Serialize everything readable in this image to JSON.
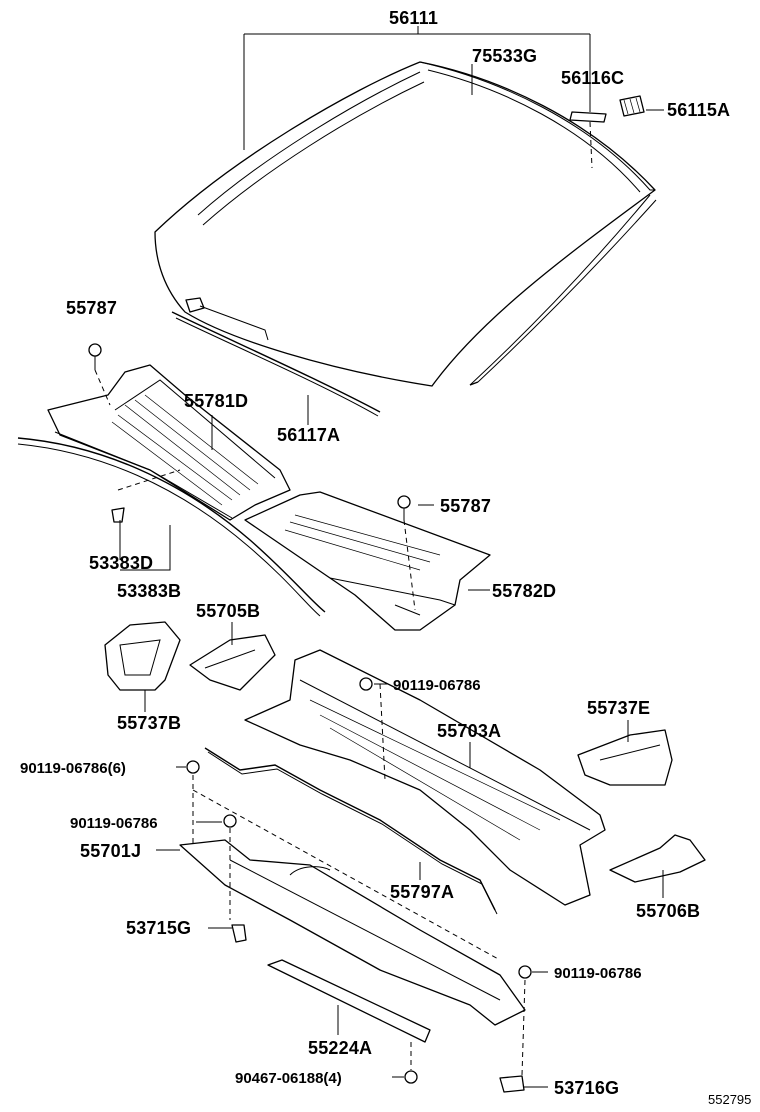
{
  "diagram_id": "552795",
  "labels": {
    "p56111": "56111",
    "p75533G": "75533G",
    "p56116C": "56116C",
    "p56115A": "56115A",
    "p55787a": "55787",
    "p55781D": "55781D",
    "p56117A": "56117A",
    "p55787b": "55787",
    "p53383D": "53383D",
    "p53383B": "53383B",
    "p55782D": "55782D",
    "p55705B": "55705B",
    "p90119a": "90119-06786",
    "p55737B": "55737B",
    "p55737E": "55737E",
    "p55703A": "55703A",
    "p90119b": "90119-06786(6)",
    "p90119c": "90119-06786",
    "p55701J": "55701J",
    "p55797A": "55797A",
    "p55706B": "55706B",
    "p53715G": "53715G",
    "p90119d": "90119-06786",
    "p55224A": "55224A",
    "p90467": "90467-06188(4)",
    "p53716G": "53716G"
  }
}
